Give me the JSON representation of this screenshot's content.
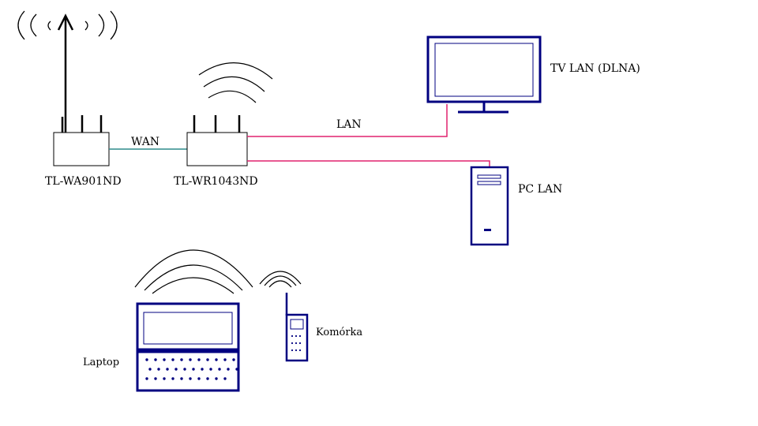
{
  "devices": {
    "ap": {
      "label": "TL-WA901ND"
    },
    "router": {
      "label": "TL-WR1043ND"
    },
    "tv": {
      "label": "TV LAN (DLNA)"
    },
    "pc": {
      "label": "PC LAN"
    },
    "laptop": {
      "label": "Laptop"
    },
    "phone": {
      "label": "Komórka"
    }
  },
  "links": {
    "wan": {
      "label": "WAN",
      "color": "#2e8b8b"
    },
    "lan": {
      "label": "LAN",
      "color": "#e0226e"
    }
  },
  "colors": {
    "device_outline": "#000080",
    "device_line": "#000000"
  }
}
